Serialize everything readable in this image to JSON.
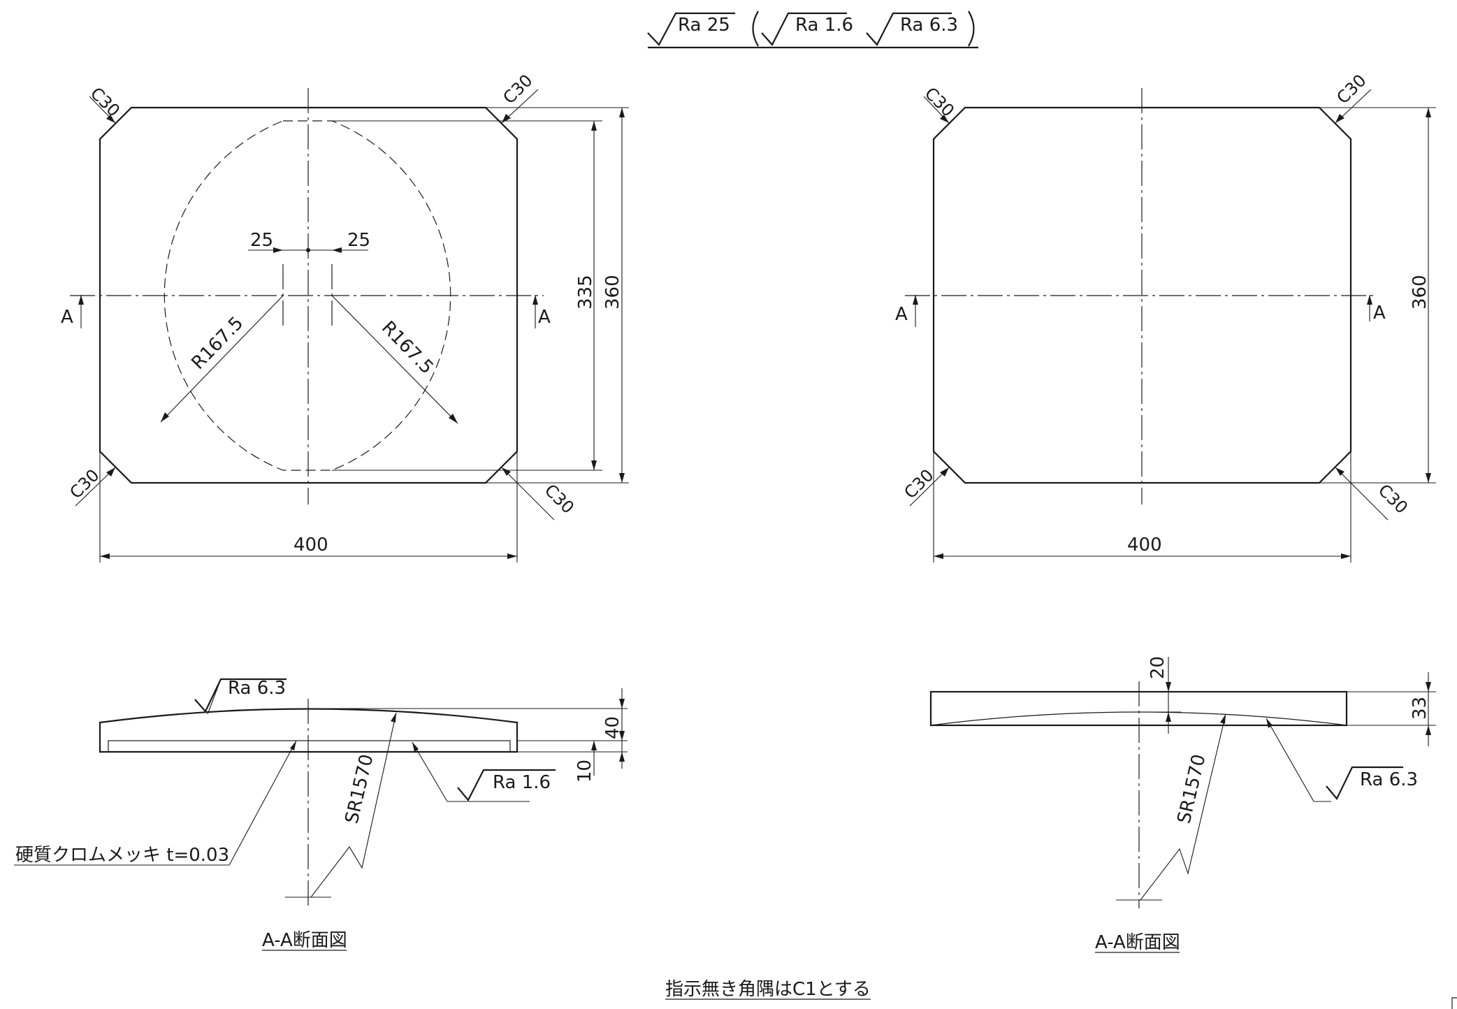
{
  "surface_finish_header": {
    "main": "Ra 25",
    "bracket_1": "Ra 1.6",
    "bracket_2": "Ra 6.3"
  },
  "plan_left": {
    "chamfers": [
      "C30",
      "C30",
      "C30",
      "C30"
    ],
    "offset_left": "25",
    "offset_right": "25",
    "radius_left": "R167.5",
    "radius_right": "R167.5",
    "dim_inner_height": "335",
    "dim_height": "360",
    "dim_width": "400",
    "section_mark_left": "A",
    "section_mark_right": "A"
  },
  "plan_right": {
    "chamfers": [
      "C30",
      "C30",
      "C30",
      "C30"
    ],
    "dim_height": "360",
    "dim_width": "400",
    "section_mark_left": "A",
    "section_mark_right": "A"
  },
  "section_left": {
    "finish_top": "Ra 6.3",
    "finish_bottom": "Ra 1.6",
    "sphere_radius": "SR1570",
    "dim_thickness": "40",
    "dim_step": "10",
    "plating_note": "硬質クロムメッキ t=0.03",
    "title": "A-A断面図"
  },
  "section_right": {
    "finish": "Ra 6.3",
    "sphere_radius": "SR1570",
    "dim_depth": "20",
    "dim_thickness": "33",
    "title": "A-A断面図"
  },
  "general_note": "指示無き角隅はC1とする"
}
